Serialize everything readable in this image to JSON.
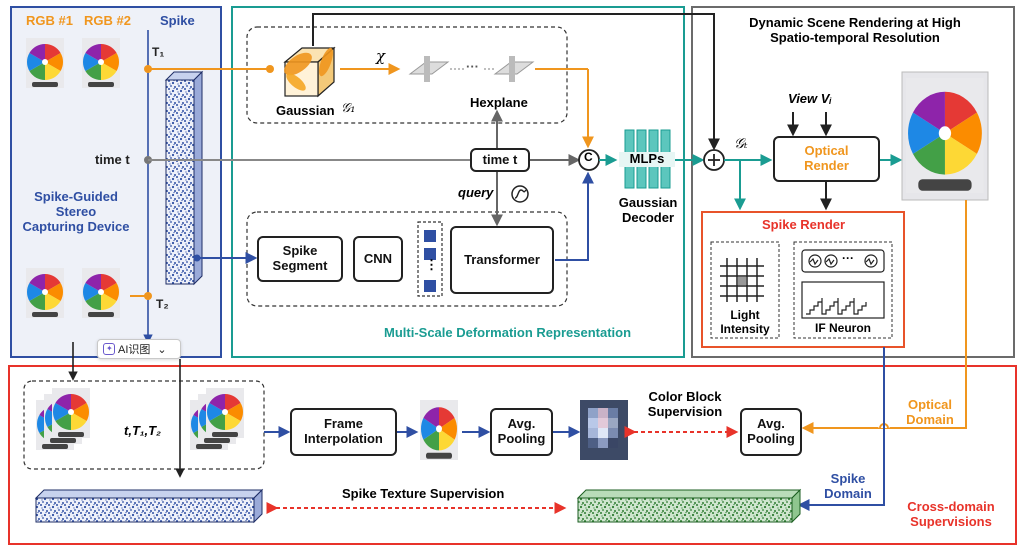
{
  "colors": {
    "blue": "#2f4fa3",
    "teal": "#1a9c92",
    "orange": "#f0961e",
    "red": "#e8332a",
    "gray": "#555555",
    "dark": "#222222"
  },
  "left": {
    "rgb1": "RGB #1",
    "rgb2": "RGB #2",
    "spike": "Spike",
    "t1": "T₁",
    "t2": "T₂",
    "time": "time t",
    "device_l1": "Spike-Guided",
    "device_l2": "Stereo",
    "device_l3": "Capturing Device"
  },
  "middle": {
    "chi": "χ",
    "ellipsis": "···",
    "hexplane": "Hexplane",
    "gaussian": "Gaussian",
    "g1": "𝒢₁",
    "time_box": "time t",
    "query": "query",
    "concat": "C",
    "mlps": "MLPs",
    "decoder_l1": "Gaussian",
    "decoder_l2": "Decoder",
    "spike_segment_l1": "Spike",
    "spike_segment_l2": "Segment",
    "cnn": "CNN",
    "transformer": "Transformer",
    "title": "Multi-Scale Deformation Representation",
    "dots": "⋮"
  },
  "right": {
    "title_l1": "Dynamic Scene Rendering at High",
    "title_l2": "Spatio-temporal Resolution",
    "view": "View Vᵢ",
    "gt": "𝒢ₜ",
    "plus": "+",
    "optical_l1": "Optical",
    "optical_l2": "Render",
    "spike_render": "Spike Render",
    "light_l1": "Light",
    "light_l2": "Intensity",
    "if_neuron": "IF Neuron",
    "neuron_dots": "···"
  },
  "bottom": {
    "times": "t,T₁,T₂",
    "frame_l1": "Frame",
    "frame_l2": "Interpolation",
    "avg_l1": "Avg.",
    "avg_l2": "Pooling",
    "color_l1": "Color Block",
    "color_l2": "Supervision",
    "avg2_l1": "Avg.",
    "avg2_l2": "Pooling",
    "optical_domain_l1": "Optical",
    "optical_domain_l2": "Domain",
    "texture": "Spike Texture Supervision",
    "spike_domain_l1": "Spike",
    "spike_domain_l2": "Domain",
    "cross_l1": "Cross-domain",
    "cross_l2": "Supervisions"
  },
  "toolbar": {
    "ai_label": "AI识图",
    "chevron": "⌄",
    "ai_icon": "sparkle-icon"
  }
}
